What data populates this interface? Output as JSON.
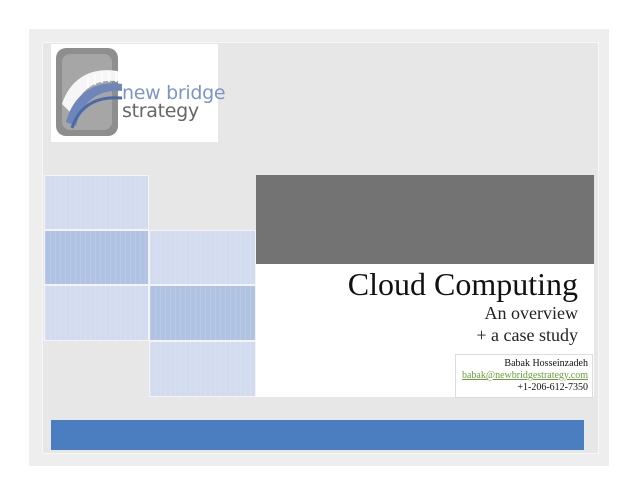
{
  "logo": {
    "line1": "new bridge",
    "line2": "strategy"
  },
  "title": {
    "main": "Cloud Computing",
    "subtitle1": "An overview",
    "subtitle2": "+ a case study"
  },
  "contact": {
    "name": "Babak Hosseinzadeh",
    "email": "babak@newbridgestrategy.com",
    "phone": "+1-206-612-7350"
  },
  "colors": {
    "tile_light": "#d3dbef",
    "tile_mid": "#b1c3e3",
    "dark_panel": "#737373",
    "footer": "#4a7ec0",
    "logo_blue": "#7c95c8"
  }
}
